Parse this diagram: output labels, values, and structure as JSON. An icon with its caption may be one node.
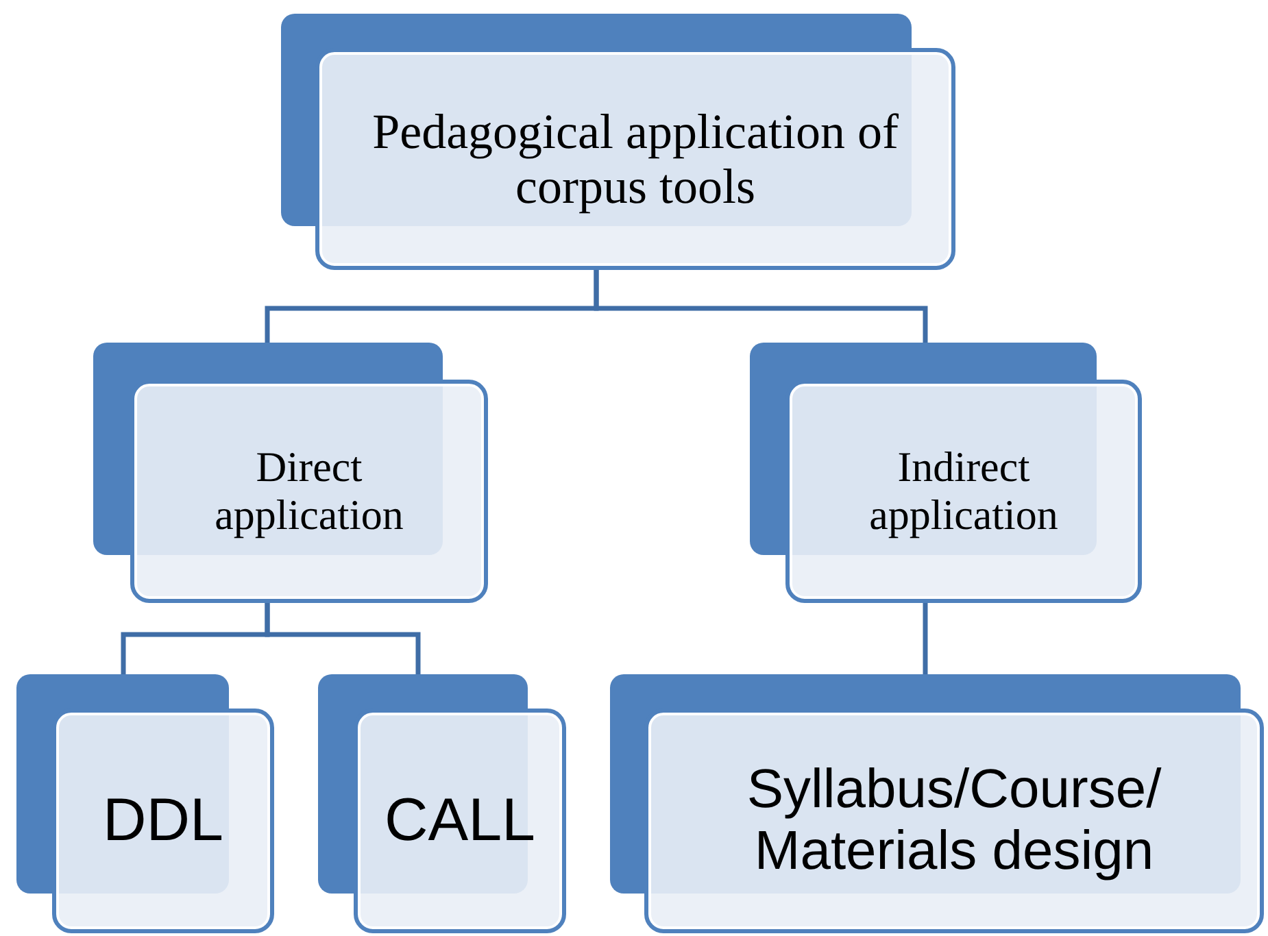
{
  "diagram": {
    "nodes": [
      {
        "text": [
          "Pedagogical application of corpus tools"
        ]
      },
      {
        "text": [
          "Direct application"
        ]
      },
      {
        "text": [
          "Indirect application"
        ]
      },
      {
        "text": [
          "DDL"
        ]
      },
      {
        "text": [
          "CALL"
        ]
      },
      {
        "text": [
          "Syllabus/Course/ Materials design"
        ]
      }
    ],
    "edges": [
      {
        "from": 0,
        "to": 1,
        "arrow": "none"
      },
      {
        "from": 0,
        "to": 2,
        "arrow": "none"
      },
      {
        "from": 1,
        "to": 3,
        "arrow": "none"
      },
      {
        "from": 1,
        "to": 4,
        "arrow": "none"
      },
      {
        "from": 2,
        "to": 5,
        "arrow": "none"
      }
    ]
  }
}
